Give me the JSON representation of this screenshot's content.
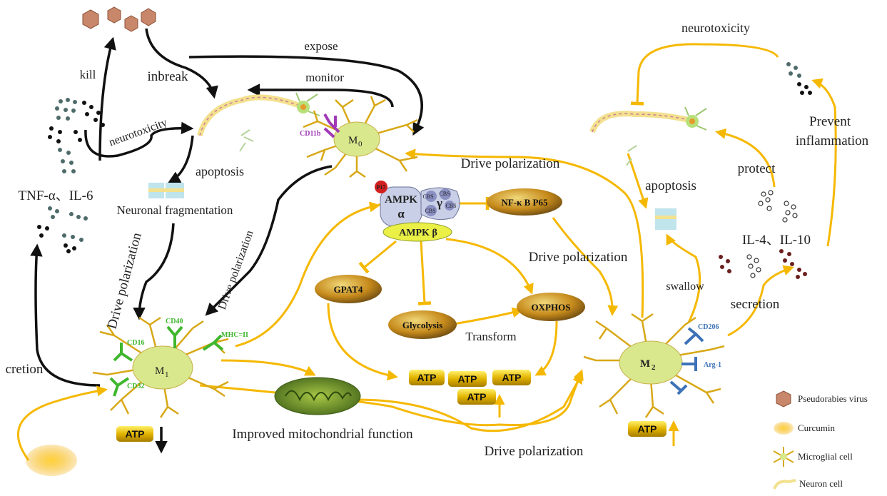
{
  "labels": {
    "expose": "expose",
    "monitor": "monitor",
    "kill": "kill",
    "inbreak": "inbreak",
    "neurotoxicity_left": "neurotoxicity",
    "apoptosis_left": "apoptosis",
    "tnf": "TNF-α、IL-6",
    "neuronal_fragmentation": "Neuronal fragmentation",
    "drive_polarization_1": "Drive polarization",
    "drive_polarization_2": "Drive polarization",
    "drive_polarization_top": "Drive polarization",
    "drive_polarization_mid": "Drive polarization",
    "drive_polarization_bottom": "Drive polarization",
    "cretion": "cretion",
    "improved_mito": "Improved mitochondrial function",
    "transform": "Transform",
    "neurotoxicity_right": "neurotoxicity",
    "prevent_inflammation_1": "Prevent",
    "prevent_inflammation_2": "inflammation",
    "protect": "protect",
    "apoptosis_right": "apoptosis",
    "il4": "IL-4、IL-10",
    "swallow": "swallow",
    "secretion": "secretion"
  },
  "cells": {
    "m0_label": "M",
    "m0_sub": "0",
    "m1_label": "M",
    "m1_sub": "1",
    "m2_label": "M",
    "m2_sub": "2"
  },
  "markers": {
    "cd11b": "CD11b",
    "cd40": "CD40",
    "cd16": "CD16",
    "mhc": "MHC=II",
    "cd32": "CD32",
    "cd206": "CD206",
    "arg1": "Arg-1"
  },
  "ampk": {
    "p17": "P17",
    "alpha_title": "AMPK",
    "alpha": "α",
    "gamma": "γ",
    "cbs1": "CBS",
    "cbs2": "CBS",
    "cbs3": "CBS",
    "cbs4": "CBS",
    "beta": "AMPK β"
  },
  "nodes": {
    "nfkb": "NF-κ B P65",
    "gpat4": "GPAT4",
    "glycolysis": "Glycolysis",
    "oxphos": "OXPHOS"
  },
  "atp": {
    "a1": "ATP",
    "a2": "ATP",
    "a3": "ATP",
    "a4": "ATP",
    "a5": "ATP",
    "a6": "ATP"
  },
  "legend": {
    "virus": "Pseudorabies virus",
    "curcumin": "Curcumin",
    "microglia": "Microglial cell",
    "neuron": "Neuron cell"
  },
  "colors": {
    "yellow_arrow": "#f5b800",
    "black_arrow": "#111111",
    "cell_body": "#d9e88c",
    "cell_branch": "#d8a817",
    "node_fill": "#c98b1a",
    "green_receptor": "#3fb62e",
    "blue_receptor": "#3c72b8",
    "purple_receptor": "#a03ab5"
  }
}
